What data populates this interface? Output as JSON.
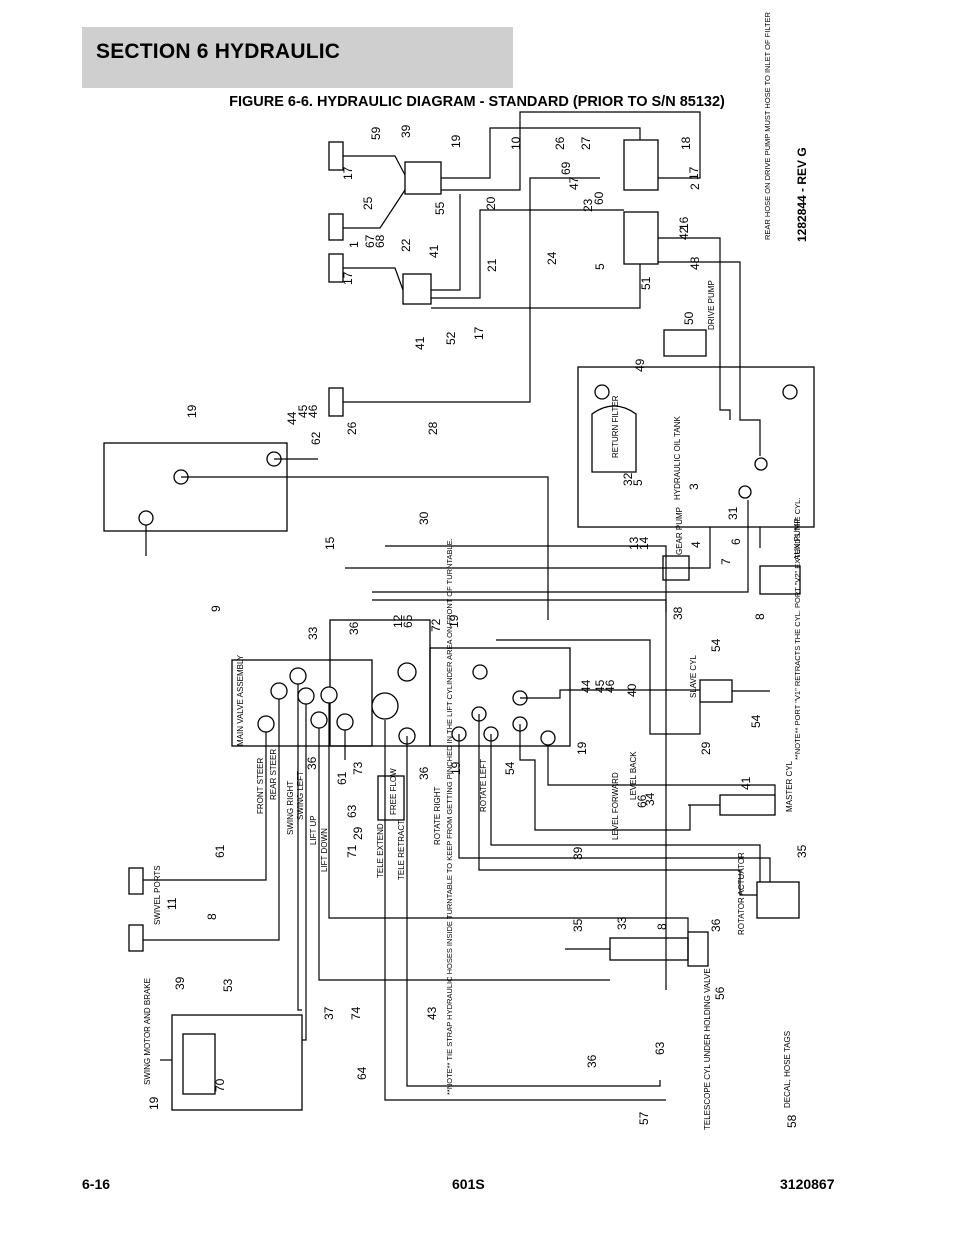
{
  "header": {
    "section_title": "SECTION 6   HYDRAULIC"
  },
  "figure": {
    "title": "FIGURE 6-6. HYDRAULIC DIAGRAM - STANDARD (PRIOR TO S/N 85132)"
  },
  "drawing": {
    "revision": "1282844 - REV G",
    "components": {
      "tank": "HYDRAULIC OIL TANK",
      "return_filter": "RETURN FILTER",
      "main_valve": "MAIN VALVE ASSEMBLY",
      "aux_pump": "AUX PUMP",
      "gear_pump": "GEAR PUMP",
      "drive_pump": "DRIVE PUMP",
      "slave_cyl": "SLAVE CYL",
      "master_cyl": "MASTER CYL",
      "rotator": "ROTATOR ACTUATOR",
      "tele_cyl": "TELESCOPE CYL UNDER HOLDING VALVE",
      "swing_motor": "SWING MOTOR AND BRAKE",
      "free_flow": "FREE FLOW",
      "swivel_ports": "SWIVEL PORTS"
    },
    "lines": {
      "front_steer": "FRONT STEER",
      "rear_steer": "REAR STEER",
      "swing_right": "SWING RIGHT",
      "swing_left": "SWING LEFT",
      "lift_up": "LIFT UP",
      "lift_down": "LIFT DOWN",
      "tele_extend": "TELE EXTEND",
      "tele_retract": "TELE RETRACT",
      "rotate_right": "ROTATE RIGHT",
      "rotate_left": "ROTATE LEFT",
      "level_back": "LEVEL BACK",
      "level_forward": "LEVEL FORWARD"
    },
    "notes": {
      "slave_note": "**NOTE** PORT \"V1\" RETRACTS THE CYL. PORT \"V2\" EXTENDS THE CYL.",
      "hose_note": "**NOTE** TIE STRAP HYDRAULIC HOSES INSIDE TURNTABLE TO KEEP FROM GETTING PINCHED IN THE LIFT CYLINDER AREA ON FRONT OF TURNTABLE.",
      "filter_note": "REAR HOSE ON DRIVE PUMP MUST HOSE TO INLET OF FILTER",
      "decal_note": "DECAL, HOSE TAGS"
    },
    "callouts": [
      "59",
      "39",
      "19",
      "10",
      "26",
      "27",
      "17",
      "18",
      "17",
      "25",
      "55",
      "20",
      "69",
      "47",
      "60",
      "2",
      "23",
      "42",
      "16",
      "1",
      "67",
      "68",
      "22",
      "41",
      "21",
      "24",
      "5",
      "51",
      "48",
      "17",
      "41",
      "52",
      "17",
      "49",
      "50",
      "26",
      "28",
      "44",
      "45",
      "46",
      "19",
      "62",
      "30",
      "15",
      "13",
      "14",
      "4",
      "7",
      "6",
      "8",
      "38",
      "9",
      "33",
      "36",
      "12",
      "65",
      "72",
      "19",
      "44",
      "45",
      "46",
      "54",
      "40",
      "54",
      "36",
      "61",
      "73",
      "36",
      "19",
      "54",
      "19",
      "29",
      "41",
      "34",
      "71",
      "63",
      "29",
      "66",
      "39",
      "35",
      "61",
      "11",
      "8",
      "35",
      "33",
      "8",
      "36",
      "56",
      "39",
      "53",
      "37",
      "74",
      "43",
      "64",
      "36",
      "63",
      "57",
      "19",
      "70",
      "58",
      "3",
      "31",
      "32",
      "5"
    ]
  },
  "footer": {
    "page": "6-16",
    "model": "601S",
    "doc": "3120867"
  }
}
